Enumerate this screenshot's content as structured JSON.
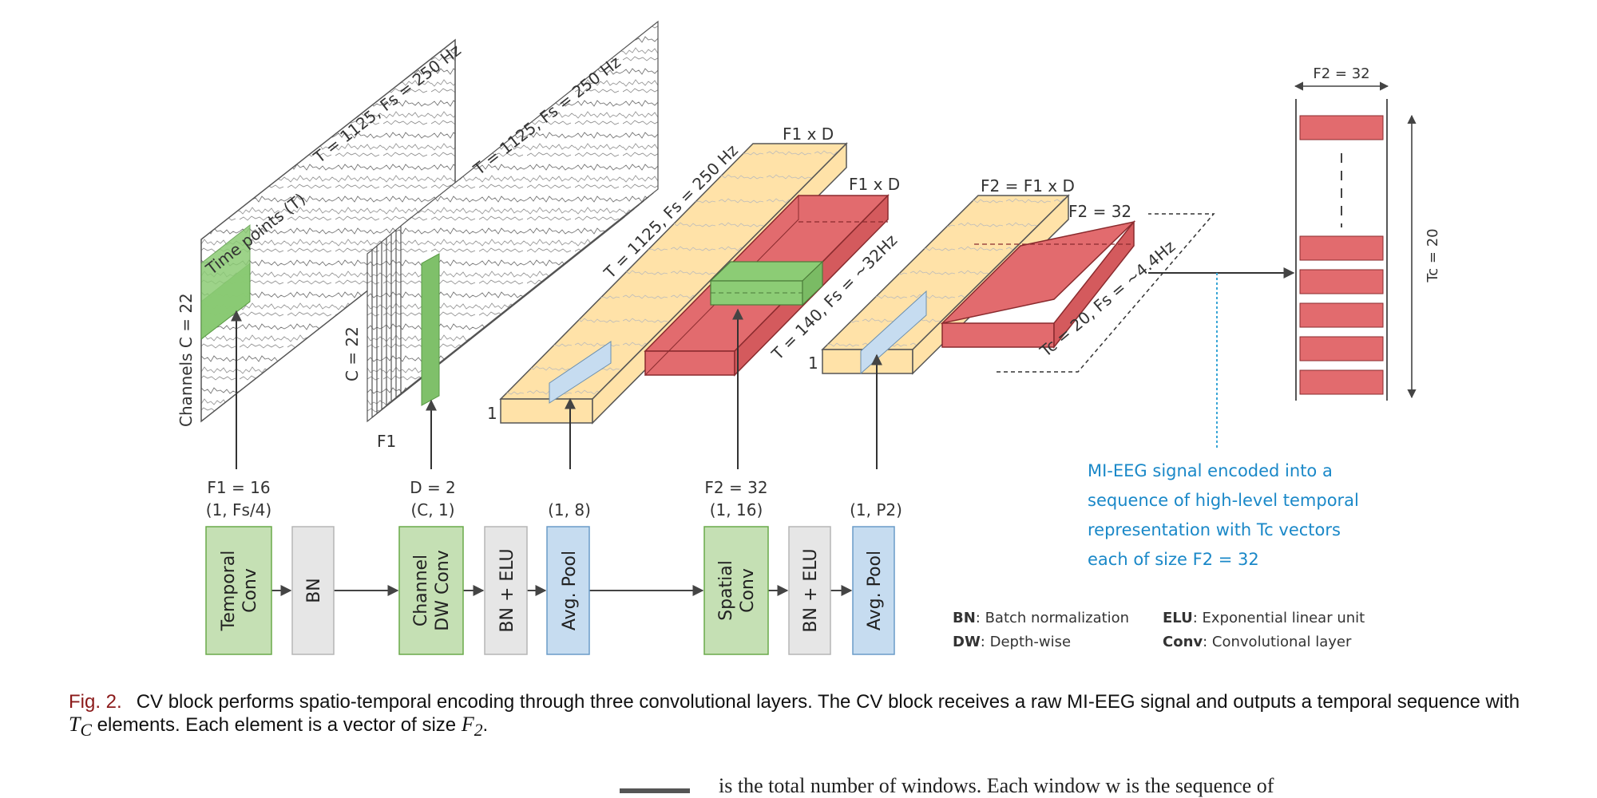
{
  "diagram": {
    "input": {
      "time_points": "Time points (T)",
      "channels": "Channels C = 22",
      "t_fs": "T = 1125,   Fs = 250 Hz"
    },
    "stack": {
      "t_fs": "T = 1125,   Fs = 250 Hz",
      "c": "C = 22",
      "f1": "F1"
    },
    "slab1": {
      "t_fs": "T = 1125,   Fs = 250 Hz",
      "top": "F1 x D",
      "one": "1"
    },
    "slab1_red": {
      "top": "F1 x D",
      "t_fs": "T = 140,   Fs = ~32Hz"
    },
    "slab2": {
      "top": "F2 = F1 x D",
      "one": "1"
    },
    "slab2_red": {
      "top": "F2 = 32",
      "t_fs": "Tc = 20,   Fs = ~4.4Hz"
    },
    "sequence": {
      "width": "F2 = 32",
      "length": "Tc = 20"
    },
    "params": {
      "p1a": "F1 = 16",
      "p1b": "(1, Fs/4)",
      "p2a": "D = 2",
      "p2b": "(C, 1)",
      "p3": "(1, 8)",
      "p4a": "F2 = 32",
      "p4b": "(1, 16)",
      "p5": "(1, P2)"
    },
    "blocks": [
      {
        "l1": "Temporal",
        "l2": "Conv"
      },
      {
        "l1": "BN",
        "l2": ""
      },
      {
        "l1": "Channel",
        "l2": "DW Conv"
      },
      {
        "l1": "BN + ELU",
        "l2": ""
      },
      {
        "l1": "Avg. Pool",
        "l2": ""
      },
      {
        "l1": "Spatial",
        "l2": "Conv"
      },
      {
        "l1": "BN + ELU",
        "l2": ""
      },
      {
        "l1": "Avg. Pool",
        "l2": ""
      }
    ],
    "encoded": {
      "l1": "MI-EEG  signal  encoded  into  a",
      "l2": "sequence  of  high-level  temporal",
      "l3": "representation  with  Tc  vectors",
      "l4": "each of size F2 = 32"
    },
    "legend": {
      "bn_key": "BN",
      "bn_val": ": Batch normalization",
      "elu_key": "ELU",
      "elu_val": ": Exponential linear unit",
      "dw_key": "DW",
      "dw_val": ": Depth-wise",
      "conv_key": "Conv",
      "conv_val": ": Convolutional layer"
    }
  },
  "caption": {
    "fig": "Fig. 2.",
    "text1": "CV block performs spatio-temporal encoding through three convolutional layers. The CV block receives a raw MI-EEG signal and outputs a temporal sequence with ",
    "tc": "T",
    "tc_sub": "C",
    "text2": " elements. Each element is a vector of size ",
    "f2": "F",
    "f2_sub": "2",
    "text3": "."
  },
  "footer": {
    "text": "is the total number of windows. Each window  w  is the  sequence of"
  },
  "colors": {
    "green": "#c5e0b4",
    "green_border": "#6aaa4a",
    "gray": "#e6e6e6",
    "blue": "#c6dcf0",
    "yellow": "#ffe2a8",
    "red": "#e26b6e",
    "accent_blue": "#1a88c8",
    "fig_red": "#8b1a1a"
  }
}
